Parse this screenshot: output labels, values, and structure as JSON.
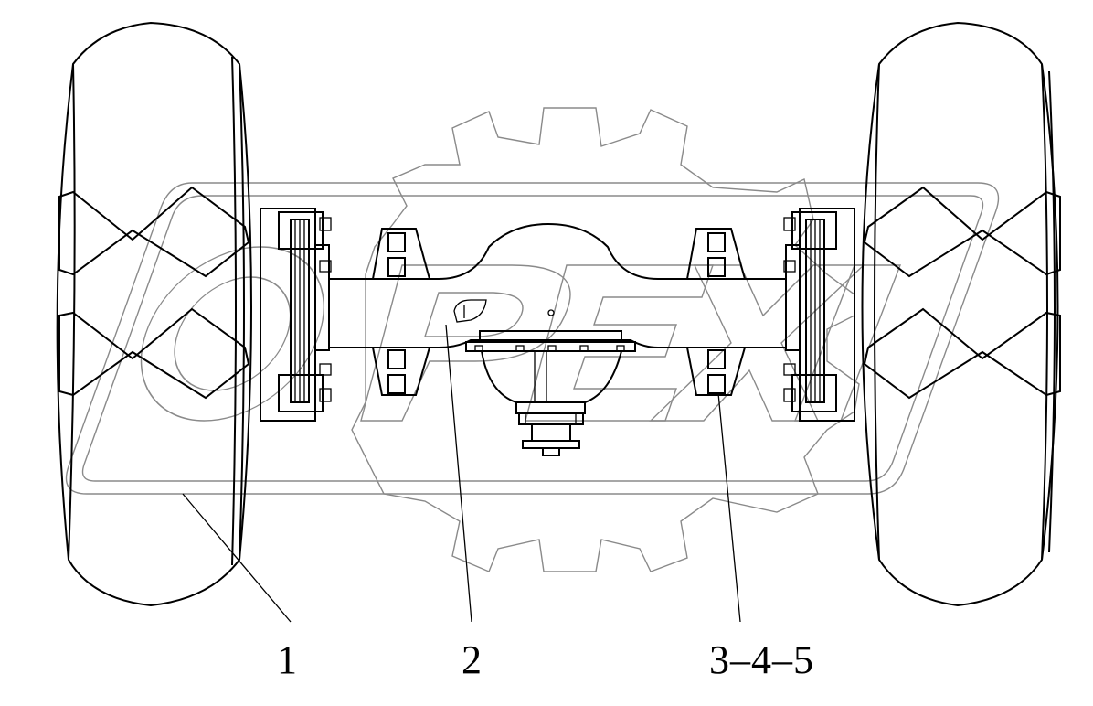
{
  "callouts": {
    "part_1": "1",
    "part_2": "2",
    "part_3_4_5": "3–4–5"
  },
  "colors": {
    "line": "#000000",
    "watermark": "#8a8a8a",
    "background": "#ffffff"
  }
}
